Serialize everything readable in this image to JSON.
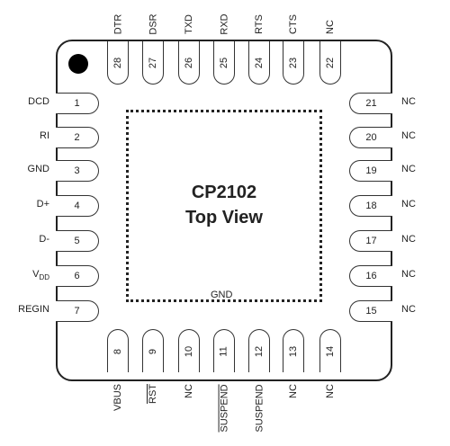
{
  "chip": {
    "part": "CP2102",
    "view": "Top View",
    "center_pad_label": "GND"
  },
  "pins_left": [
    {
      "num": "1",
      "name": "DCD"
    },
    {
      "num": "2",
      "name": "RI"
    },
    {
      "num": "3",
      "name": "GND"
    },
    {
      "num": "4",
      "name": "D+"
    },
    {
      "num": "5",
      "name": "D-"
    },
    {
      "num": "6",
      "name": "V",
      "sub": "DD"
    },
    {
      "num": "7",
      "name": "REGIN"
    }
  ],
  "pins_bottom": [
    {
      "num": "8",
      "name": "VBUS"
    },
    {
      "num": "9",
      "name": "RST",
      "overline": true
    },
    {
      "num": "10",
      "name": "NC"
    },
    {
      "num": "11",
      "name": "SUSPEND",
      "overline": true
    },
    {
      "num": "12",
      "name": "SUSPEND"
    },
    {
      "num": "13",
      "name": "NC"
    },
    {
      "num": "14",
      "name": "NC"
    }
  ],
  "pins_right": [
    {
      "num": "21",
      "name": "NC"
    },
    {
      "num": "20",
      "name": "NC"
    },
    {
      "num": "19",
      "name": "NC"
    },
    {
      "num": "18",
      "name": "NC"
    },
    {
      "num": "17",
      "name": "NC"
    },
    {
      "num": "16",
      "name": "NC"
    },
    {
      "num": "15",
      "name": "NC"
    }
  ],
  "pins_top": [
    {
      "num": "28",
      "name": "DTR"
    },
    {
      "num": "27",
      "name": "DSR"
    },
    {
      "num": "26",
      "name": "TXD"
    },
    {
      "num": "25",
      "name": "RXD"
    },
    {
      "num": "24",
      "name": "RTS"
    },
    {
      "num": "23",
      "name": "CTS"
    },
    {
      "num": "22",
      "name": "NC"
    }
  ]
}
